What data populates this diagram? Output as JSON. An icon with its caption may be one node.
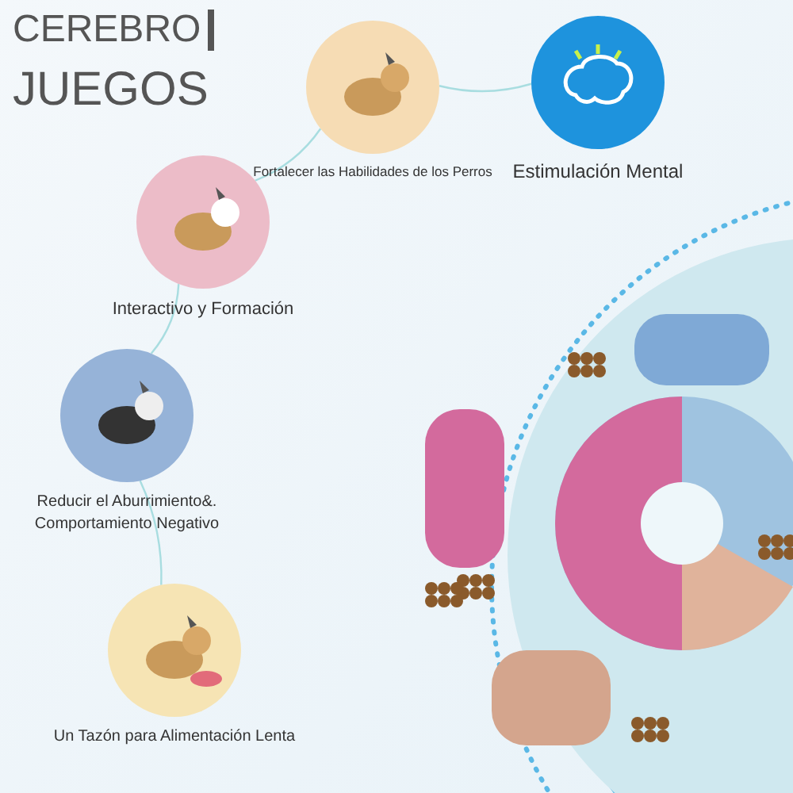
{
  "diagram": {
    "title": "CEREBRO",
    "nodes": [
      {
        "text": [
          "Fortalecer las Habilidades de los Perros"
        ]
      },
      {
        "text": [
          "Estimulación Mental"
        ]
      },
      {
        "text": [
          "Interactivo y Formación"
        ]
      },
      {
        "text": [
          "Reducir el Aburrimiento&. Comportamiento Negativo"
        ]
      },
      {
        "text": [
          "Un Tazón para Alimentación Lenta"
        ]
      }
    ],
    "edges": [
      {
        "from": 2,
        "to": 0,
        "arrow": "none"
      },
      {
        "from": 0,
        "to": 1,
        "arrow": "none"
      },
      {
        "from": 3,
        "to": 2,
        "arrow": "none"
      },
      {
        "from": 4,
        "to": 3,
        "arrow": "none"
      }
    ],
    "labels": [
      "JUEGOS"
    ]
  }
}
